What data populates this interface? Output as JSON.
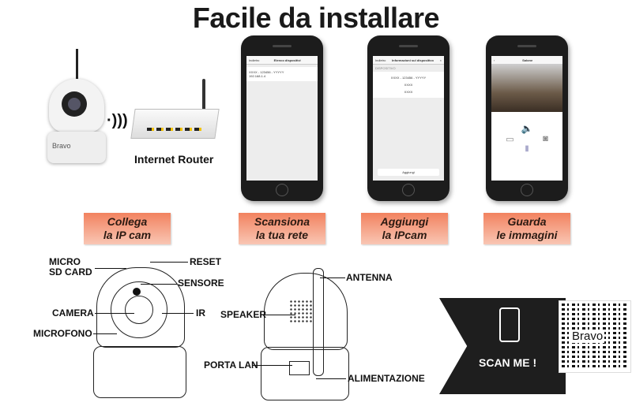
{
  "title": "Facile da installare",
  "camera_brand": "Bravo",
  "router_label": "Internet Router",
  "phones": [
    {
      "back": "Indietro",
      "header": "Elenco dispositivi",
      "line1": "XXXX - 123456 - YYYYY",
      "line2": "192.168.1.4"
    },
    {
      "back": "Indietro",
      "header": "Informazioni sul dispositivo",
      "section": "DISPOSITIVO",
      "uid": "XXXX - 123456 - YYYYY",
      "user": "XXXX",
      "pass": "XXXX",
      "button": "Aggiungi"
    },
    {
      "header": "Salone"
    }
  ],
  "steps": [
    {
      "l1": "Collega",
      "l2": "la IP cam"
    },
    {
      "l1": "Scansiona",
      "l2": "la tua rete"
    },
    {
      "l1": "Aggiungi",
      "l2": "la IPcam"
    },
    {
      "l1": "Guarda",
      "l2": "le immagini"
    }
  ],
  "front_labels": {
    "micro": "MICRO",
    "sd": "SD CARD",
    "reset": "RESET",
    "sensore": "SENSORE",
    "camera": "CAMERA",
    "ir": "IR",
    "microfono": "MICROFONO"
  },
  "back_labels": {
    "antenna": "ANTENNA",
    "speaker": "SPEAKER",
    "lan": "PORTA LAN",
    "power": "ALIMENTAZIONE"
  },
  "scan": "SCAN ME !",
  "colors": {
    "step_top": "#f2825f",
    "step_bottom": "#f9c6b4",
    "banner": "#1e1e1e"
  }
}
